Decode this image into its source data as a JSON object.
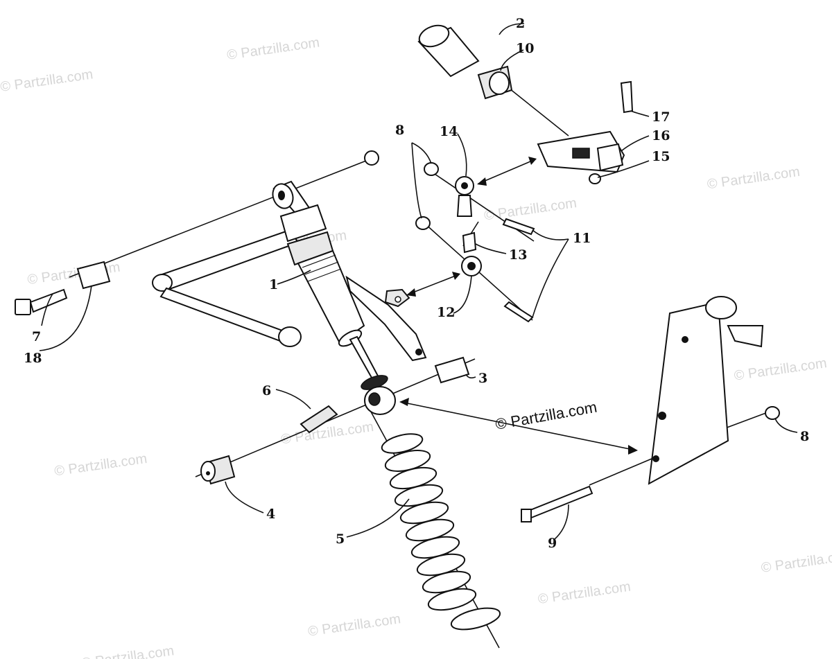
{
  "watermark": "© Partzilla.com",
  "center_watermark": "© Partzilla.com",
  "callouts": [
    {
      "id": "c1",
      "text": "1"
    },
    {
      "id": "c2",
      "text": "2"
    },
    {
      "id": "c3",
      "text": "3"
    },
    {
      "id": "c4",
      "text": "4"
    },
    {
      "id": "c5",
      "text": "5"
    },
    {
      "id": "c6",
      "text": "6"
    },
    {
      "id": "c7",
      "text": "7"
    },
    {
      "id": "c8a",
      "text": "8"
    },
    {
      "id": "c8b",
      "text": "8"
    },
    {
      "id": "c9",
      "text": "9"
    },
    {
      "id": "c10",
      "text": "10"
    },
    {
      "id": "c11",
      "text": "11"
    },
    {
      "id": "c12",
      "text": "12"
    },
    {
      "id": "c13",
      "text": "13"
    },
    {
      "id": "c14",
      "text": "14"
    },
    {
      "id": "c15",
      "text": "15"
    },
    {
      "id": "c16",
      "text": "16"
    },
    {
      "id": "c17",
      "text": "17"
    },
    {
      "id": "c18",
      "text": "18"
    }
  ]
}
